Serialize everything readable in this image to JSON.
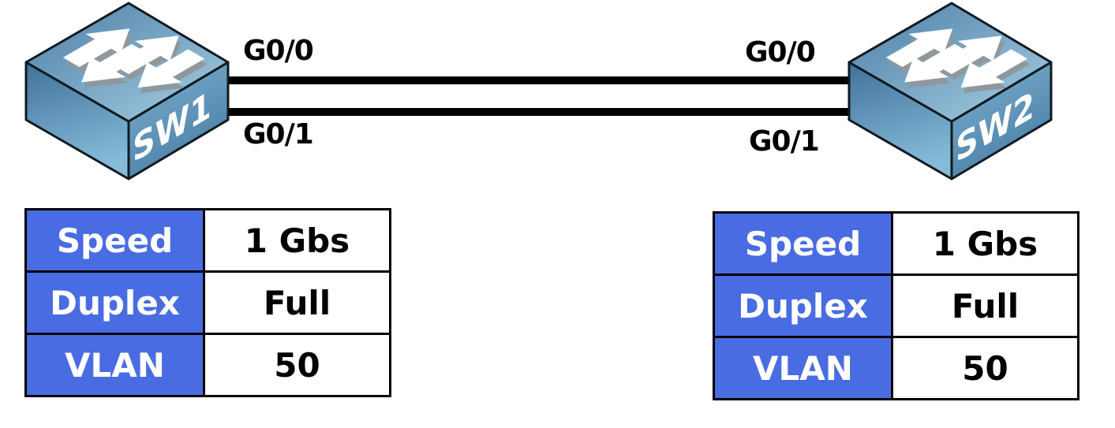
{
  "diagram_type": "network-topology",
  "devices": {
    "sw1": {
      "label": "SW1",
      "type": "switch"
    },
    "sw2": {
      "label": "SW2",
      "type": "switch"
    }
  },
  "links": [
    {
      "sw1_interface": "G0/0",
      "sw2_interface": "G0/0"
    },
    {
      "sw1_interface": "G0/1",
      "sw2_interface": "G0/1"
    }
  ],
  "tables": {
    "sw1": {
      "rows": [
        {
          "label": "Speed",
          "value": "1 Gbs"
        },
        {
          "label": "Duplex",
          "value": "Full"
        },
        {
          "label": "VLAN",
          "value": "50"
        }
      ]
    },
    "sw2": {
      "rows": [
        {
          "label": "Speed",
          "value": "1 Gbs"
        },
        {
          "label": "Duplex",
          "value": "Full"
        },
        {
          "label": "VLAN",
          "value": "50"
        }
      ]
    }
  },
  "colors": {
    "table_header_bg": "#4a6ce2",
    "table_header_text": "#ffffff",
    "table_value_text": "#000000",
    "table_border": "#000000",
    "link_line": "#000000",
    "switch_outline": "#0f1a21",
    "switch_top_dark": "#4b7ea6",
    "switch_top_light": "#a8cfe3",
    "switch_left_dark": "#41719a",
    "switch_left_light": "#85bbd9",
    "switch_right_light": "#7fb4d3",
    "switch_right_dark": "#4a7ea5",
    "arrow_fill": "#ffffff",
    "arrow_shadow": "#8f989c",
    "background": "#ffffff"
  }
}
